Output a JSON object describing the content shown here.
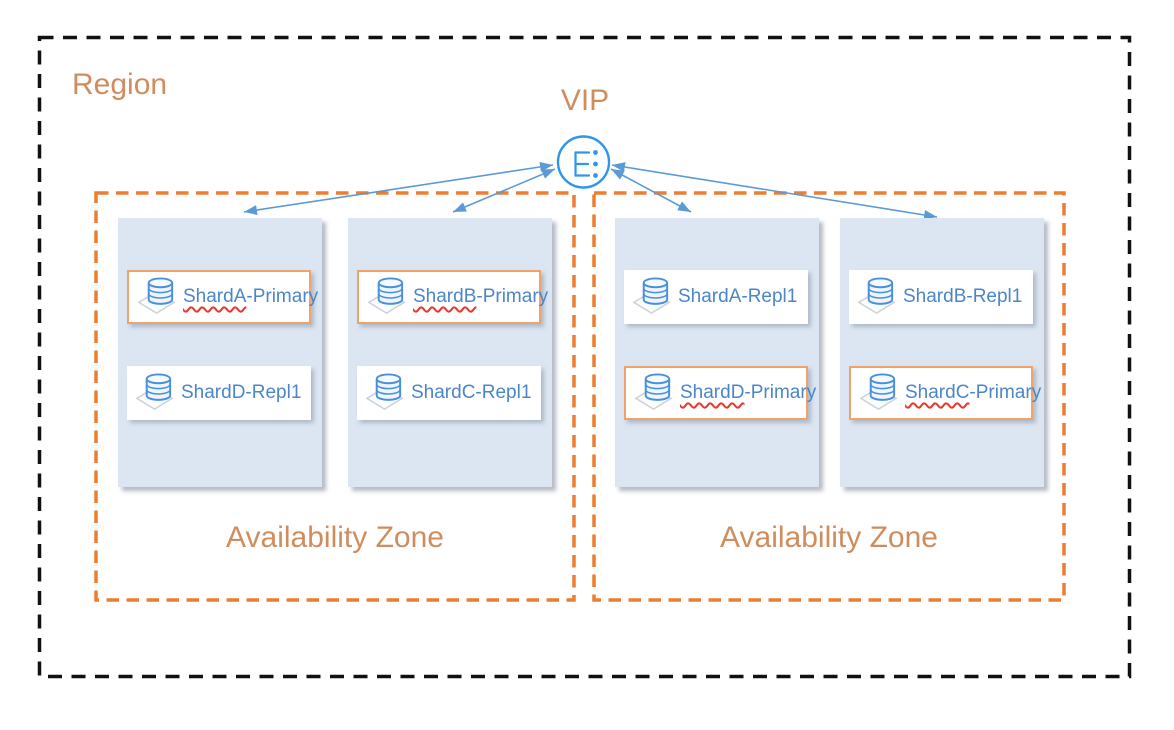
{
  "diagram": {
    "region_label": "Region",
    "vip_label": "VIP",
    "vip_icon": "load-balancer-icon",
    "zones": [
      {
        "label": "Availability Zone",
        "hosts": [
          {
            "cards": [
              {
                "label": "ShardA-Primary",
                "primary": true,
                "misspelled": true
              },
              {
                "label": "ShardD-Repl1",
                "primary": false,
                "misspelled": false
              }
            ]
          },
          {
            "cards": [
              {
                "label": "ShardB-Primary",
                "primary": true,
                "misspelled": true
              },
              {
                "label": "ShardC-Repl1",
                "primary": false,
                "misspelled": false
              }
            ]
          }
        ]
      },
      {
        "label": "Availability Zone",
        "hosts": [
          {
            "cards": [
              {
                "label": "ShardA-Repl1",
                "primary": false,
                "misspelled": false
              },
              {
                "label": "ShardD-Primary",
                "primary": true,
                "misspelled": true
              }
            ]
          },
          {
            "cards": [
              {
                "label": "ShardB-Repl1",
                "primary": false,
                "misspelled": false
              },
              {
                "label": "ShardC-Primary",
                "primary": true,
                "misspelled": true
              }
            ]
          }
        ]
      }
    ],
    "connections": [
      {
        "from": "vip",
        "to": "zone1-host1",
        "arrows": "both"
      },
      {
        "from": "vip",
        "to": "zone1-host2",
        "arrows": "both"
      },
      {
        "from": "vip",
        "to": "zone2-host1",
        "arrows": "both"
      },
      {
        "from": "vip",
        "to": "zone2-host2",
        "arrows": "both"
      }
    ],
    "colors": {
      "orange_text": "#CF8D5F",
      "orange_dash": "#ED7D31",
      "primary_card_border": "#F0A26B",
      "host_fill": "#DCE6F2",
      "shard_label_blue": "#4A86C8",
      "connector_blue": "#5B9BD5",
      "vip_icon_blue": "#2E96ED",
      "region_border": "#111111",
      "misspell_red": "#E8392E",
      "card_bg": "#FFFFFF"
    }
  }
}
